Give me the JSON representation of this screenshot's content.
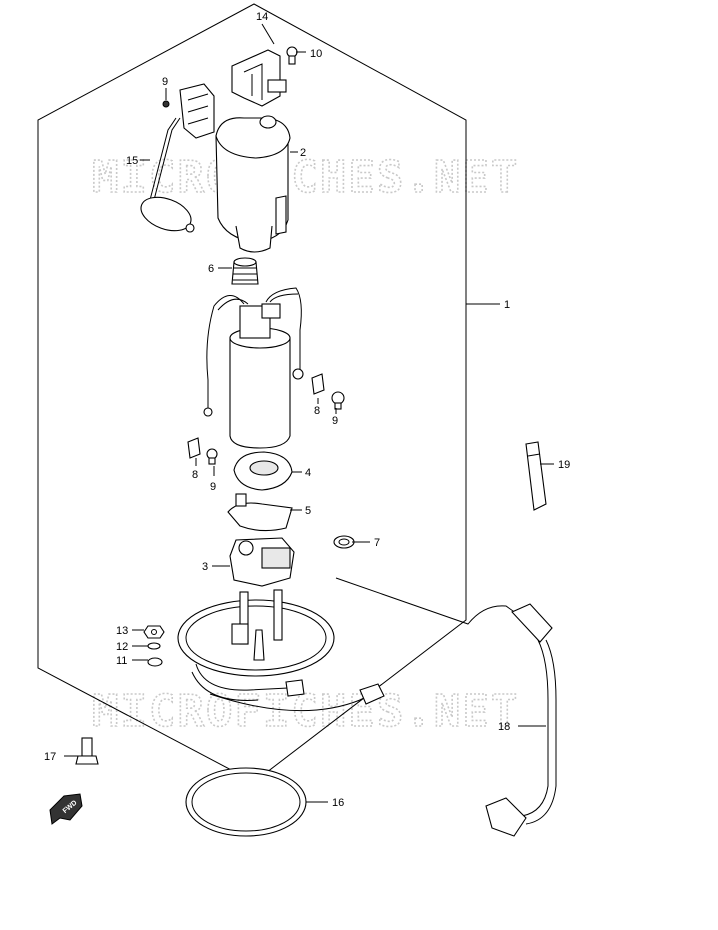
{
  "watermark": "MICROFICHES.NET",
  "fwd_label": "FWD",
  "callouts": {
    "c1": "1",
    "c2": "2",
    "c3": "3",
    "c4": "4",
    "c5": "5",
    "c6": "6",
    "c7": "7",
    "c8a": "8",
    "c8b": "8",
    "c9a": "9",
    "c9b": "9",
    "c9c": "9",
    "c10": "10",
    "c11": "11",
    "c12": "12",
    "c13": "13",
    "c14": "14",
    "c15": "15",
    "c16": "16",
    "c17": "17",
    "c18": "18",
    "c19": "19"
  },
  "colors": {
    "line": "#000000",
    "watermark": "#c9c9c9",
    "background": "#ffffff"
  }
}
